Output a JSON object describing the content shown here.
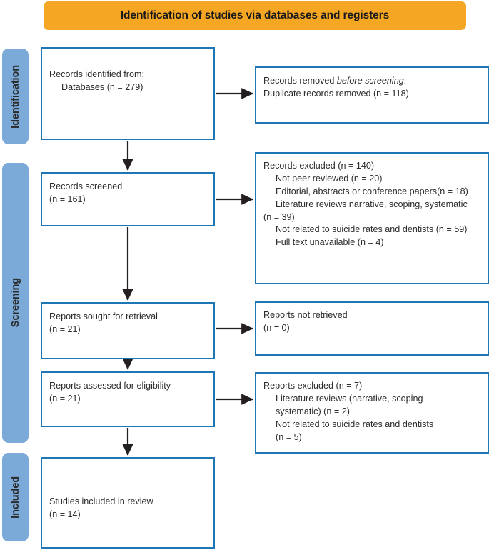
{
  "header": {
    "title": "Identification of studies via databases and registers",
    "band_color": "#F5A623"
  },
  "stages": [
    {
      "key": "identification",
      "label": "Identification"
    },
    {
      "key": "screening",
      "label": "Screening"
    },
    {
      "key": "included",
      "label": "Included"
    }
  ],
  "colors": {
    "stage_tab": "#7BA9D8",
    "box_border": "#1F76B4",
    "arrow": "#231f20",
    "text": "#2b2b2b"
  },
  "boxes": {
    "identified": {
      "line1": "Records identified from:",
      "line2": "Databases (n = 279)"
    },
    "removed": {
      "line1_prefix": "Records removed ",
      "line1_italic": "before screening",
      "line1_suffix": ":",
      "line2": "Duplicate records removed (n = 118)"
    },
    "screened": {
      "line1": "Records screened",
      "line2": "(n = 161)"
    },
    "records_excluded": {
      "heading": "Records excluded (n = 140)",
      "items": [
        "Not peer reviewed (n = 20)",
        "Editorial, abstracts or conference papers(n = 18)",
        "Literature reviews narrative, scoping, systematic",
        "(n = 39)",
        "Not related to suicide rates and dentists (n = 59)",
        "Full text unavailable (n = 4)"
      ]
    },
    "sought": {
      "line1": "Reports sought for retrieval",
      "line2": "(n = 21)"
    },
    "not_retrieved": {
      "line1": "Reports not retrieved",
      "line2": "(n = 0)"
    },
    "assessed": {
      "line1": "Reports assessed for eligibility",
      "line2": "(n = 21)"
    },
    "reports_excluded": {
      "heading": "Reports excluded (n = 7)",
      "items": [
        "Literature reviews (narrative, scoping",
        "systematic) (n = 2)",
        "Not related to suicide rates and dentists",
        "(n = 5)"
      ]
    },
    "included": {
      "line1": "Studies included in review",
      "line2": "(n = 14)"
    }
  },
  "connectors": [
    {
      "name": "identified-to-removed",
      "type": "horizontal-arrow"
    },
    {
      "name": "identified-to-screened",
      "type": "vertical-arrow"
    },
    {
      "name": "screened-to-records-excluded",
      "type": "horizontal-arrow"
    },
    {
      "name": "screened-to-sought",
      "type": "vertical-arrow"
    },
    {
      "name": "sought-to-not-retrieved",
      "type": "horizontal-arrow"
    },
    {
      "name": "sought-to-assessed",
      "type": "vertical-arrow"
    },
    {
      "name": "assessed-to-reports-excluded",
      "type": "horizontal-arrow"
    },
    {
      "name": "assessed-to-included",
      "type": "vertical-arrow"
    }
  ]
}
